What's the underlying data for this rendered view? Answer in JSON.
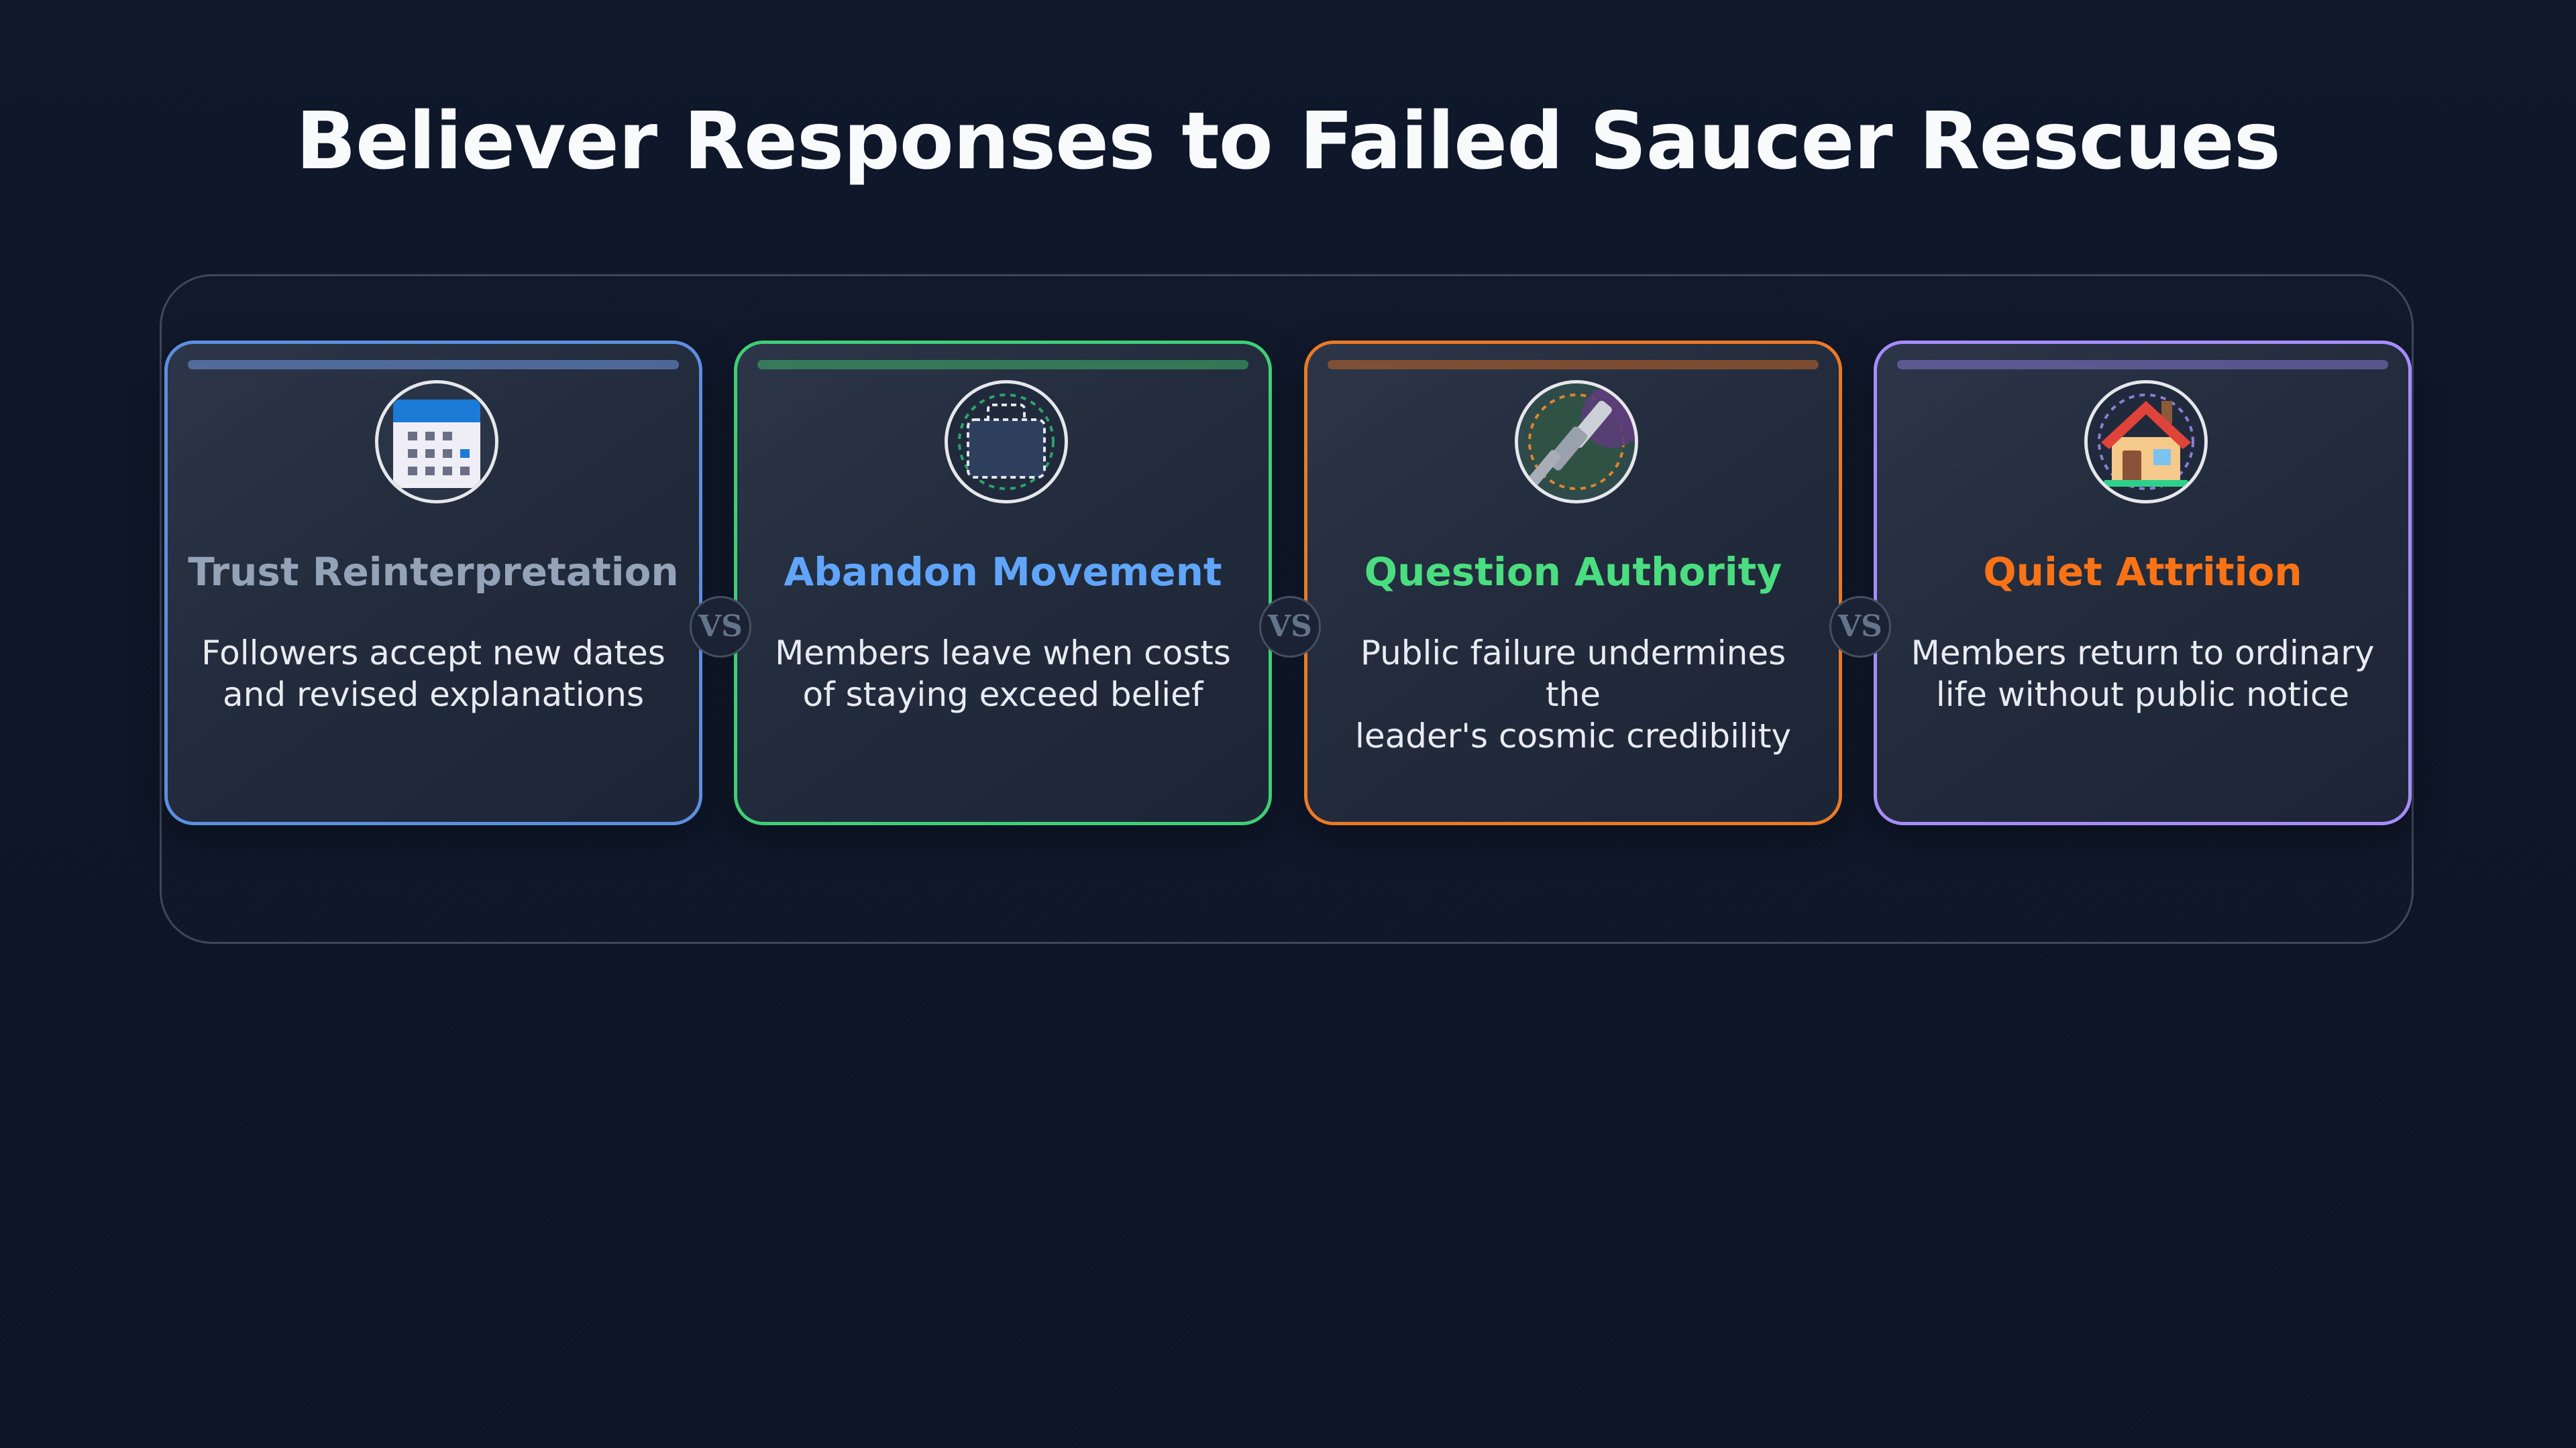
{
  "title": "Believer Responses to Failed Saucer Rescues",
  "separator_label": "VS",
  "cards": [
    {
      "heading": "Trust Reinterpretation",
      "description_lines": [
        "Followers accept new dates",
        "and revised explanations"
      ],
      "icon": "calendar-icon",
      "border_color": "#5b8fe0",
      "heading_color": "#94a3b8",
      "bar_color": "#6b8fd6"
    },
    {
      "heading": "Abandon Movement",
      "description_lines": [
        "Members leave when costs",
        "of staying exceed belief"
      ],
      "icon": "briefcase-icon",
      "border_color": "#3ecf76",
      "heading_color": "#60a5fa",
      "bar_color": "#3ea866"
    },
    {
      "heading": "Question Authority",
      "description_lines": [
        "Public failure undermines the",
        "leader's cosmic credibility"
      ],
      "icon": "telescope-icon",
      "border_color": "#ea7a26",
      "heading_color": "#4ade80",
      "bar_color": "#b8612a"
    },
    {
      "heading": "Quiet Attrition",
      "description_lines": [
        "Members return to ordinary",
        "life without public notice"
      ],
      "icon": "house-icon",
      "border_color": "#a78bfa",
      "heading_color": "#f97316",
      "bar_color": "#7b72c4"
    }
  ]
}
